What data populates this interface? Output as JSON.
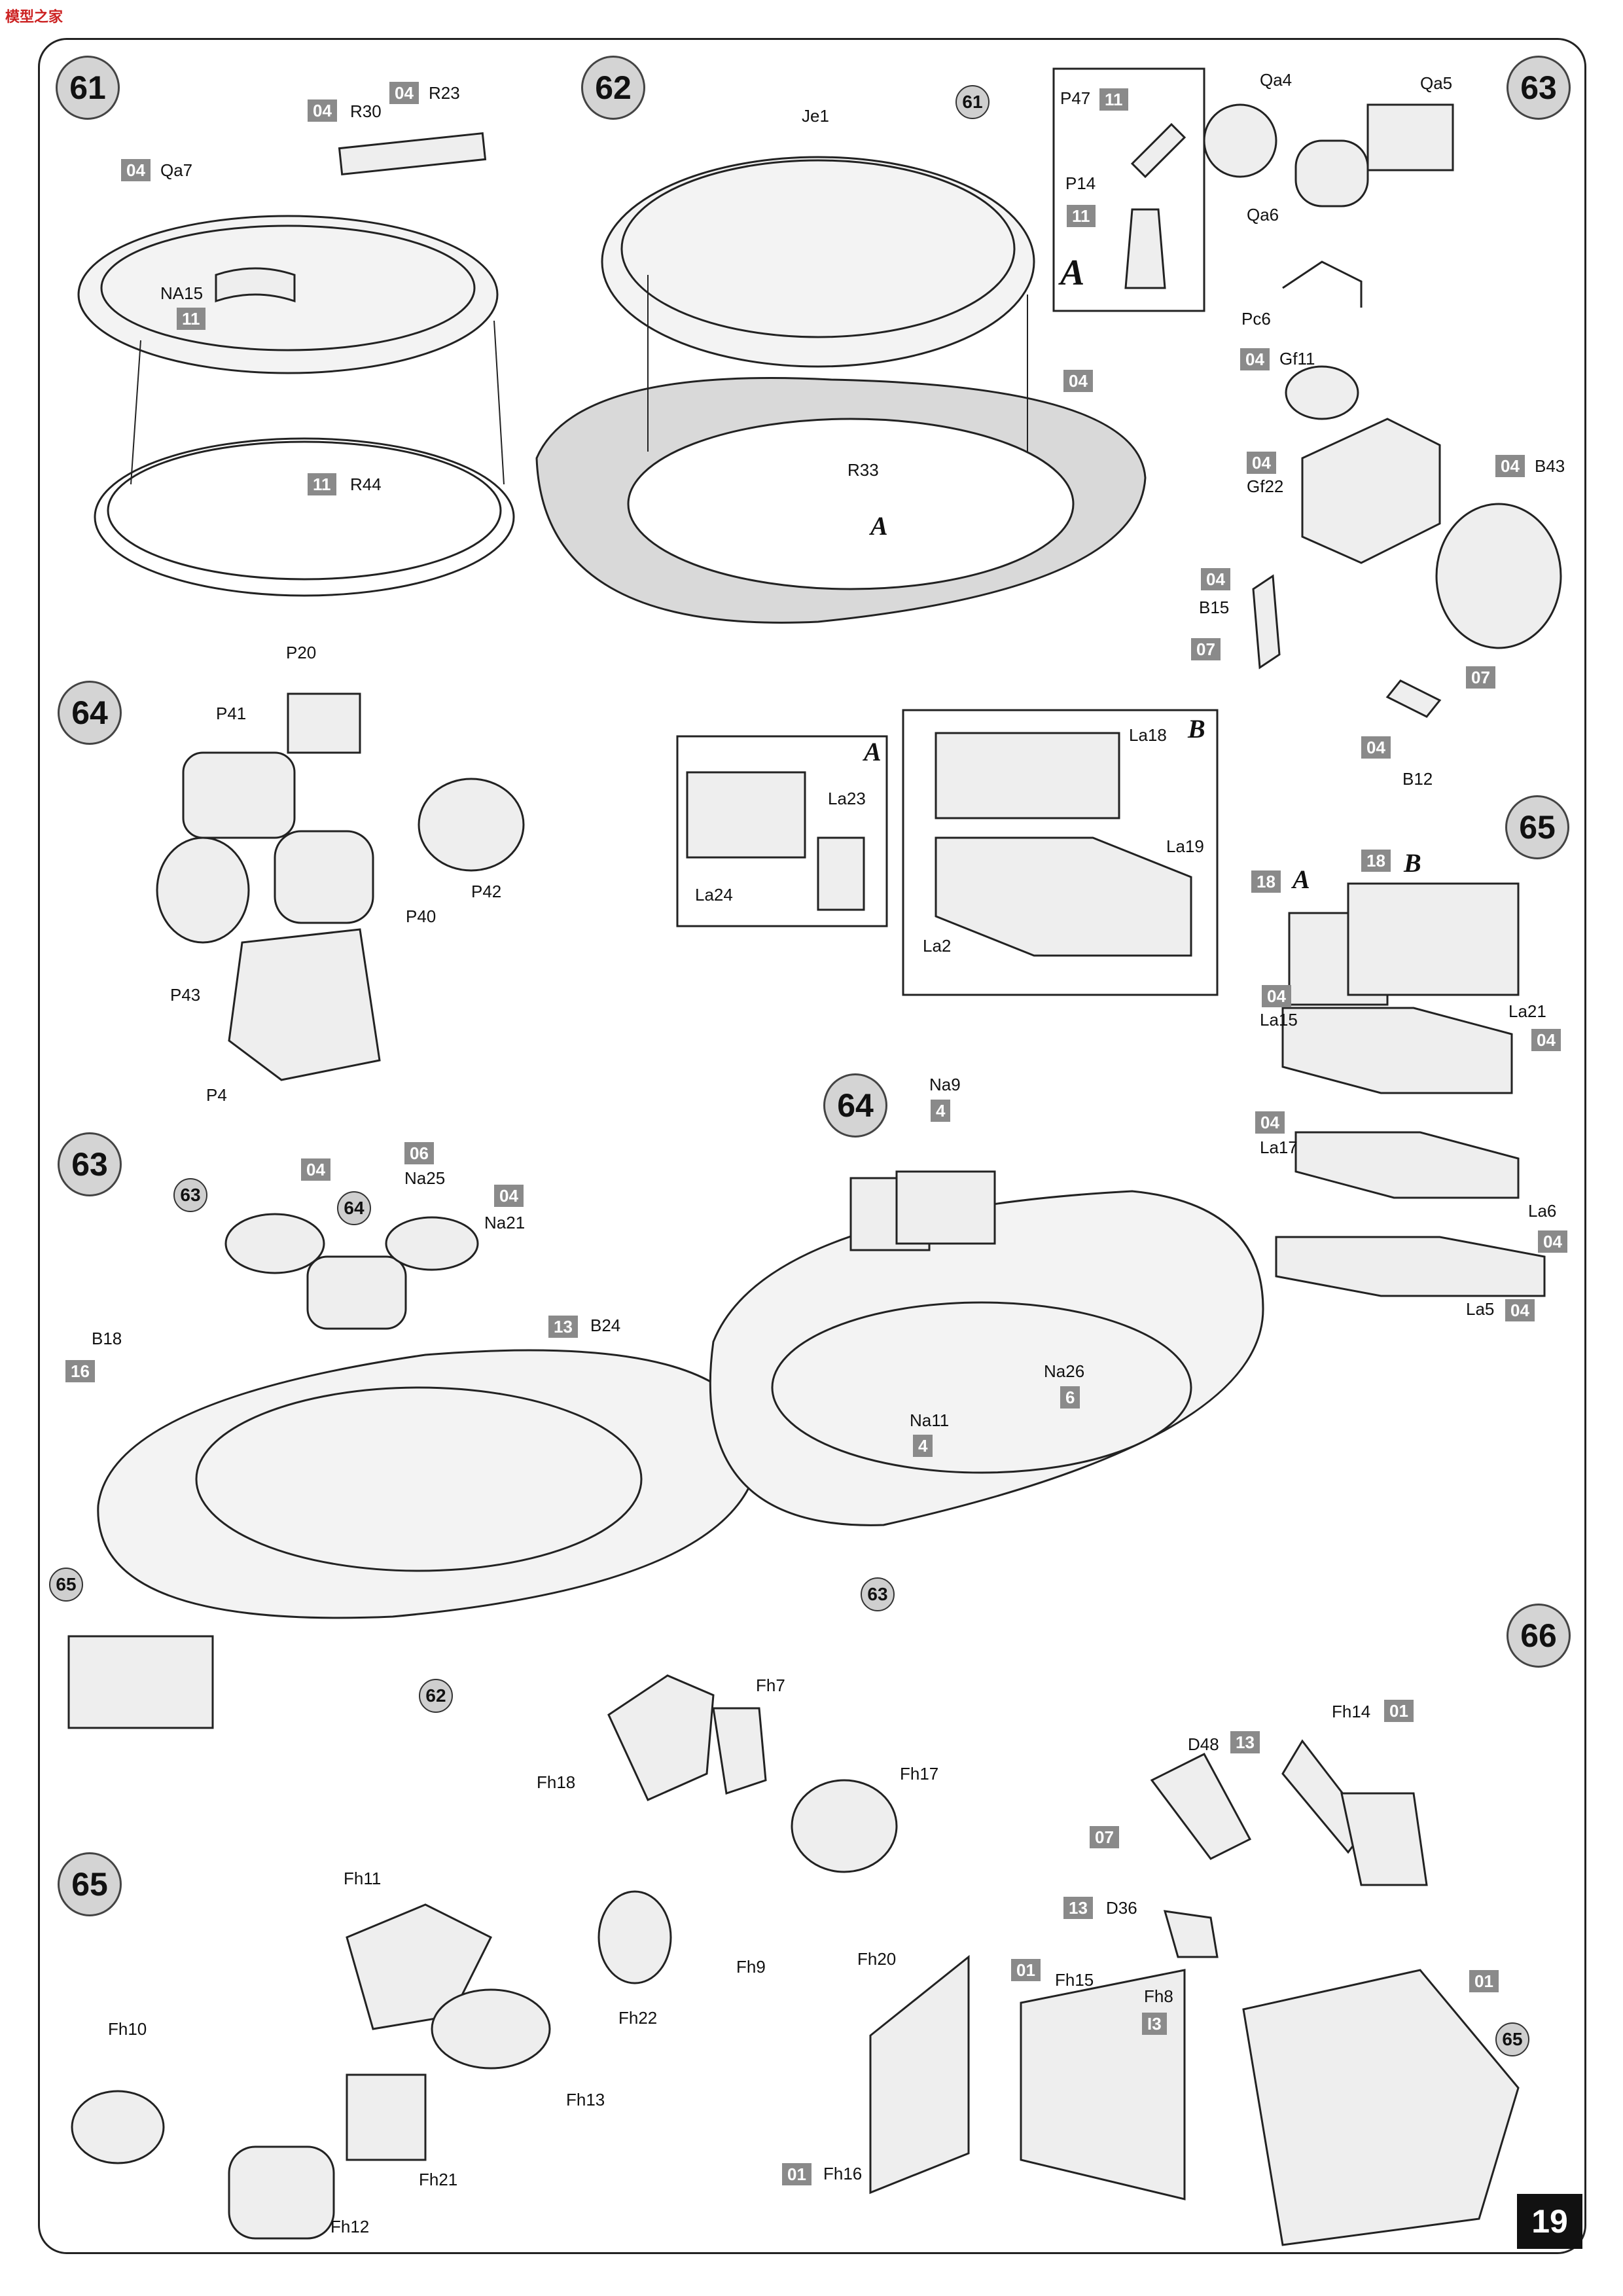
{
  "logo": "模型之家",
  "page_number": "19",
  "steps": [
    "61",
    "62",
    "63",
    "64",
    "65",
    "66",
    "64",
    "63",
    "65"
  ],
  "refs": [
    "61",
    "62",
    "63",
    "64",
    "65",
    "63",
    "65"
  ],
  "letters": {
    "a": "A",
    "b": "B"
  },
  "labels": {
    "r30": "R30",
    "r23": "R23",
    "qa7": "Qa7",
    "na15": "NA15",
    "r44": "R44",
    "je1": "Je1",
    "r33": "R33",
    "p47": "P47",
    "p14": "P14",
    "qa4": "Qa4",
    "qa5": "Qa5",
    "qa6": "Qa6",
    "pc6": "Pc6",
    "gf11": "Gf11",
    "gf22": "Gf22",
    "b43": "B43",
    "b15": "B15",
    "b12": "B12",
    "p20": "P20",
    "p41": "P41",
    "p42": "P42",
    "p40": "P40",
    "p43": "P43",
    "p4": "P4",
    "la24": "La24",
    "la23": "La23",
    "la18": "La18",
    "la19": "La19",
    "la2": "La2",
    "la15": "La15",
    "la21": "La21",
    "la17": "La17",
    "la6": "La6",
    "la5": "La5",
    "na9": "Na9",
    "na26": "Na26",
    "na11": "Na11",
    "na25": "Na25",
    "na21": "Na21",
    "b24": "B24",
    "b18": "B18",
    "fh7": "Fh7",
    "fh17": "Fh17",
    "fh18": "Fh18",
    "fh9": "Fh9",
    "fh20": "Fh20",
    "fh11": "Fh11",
    "fh10": "Fh10",
    "fh22": "Fh22",
    "fh13": "Fh13",
    "fh21": "Fh21",
    "fh12": "Fh12",
    "fh14": "Fh14",
    "d48": "D48",
    "d36": "D36",
    "fh8": "Fh8",
    "fh15": "Fh15",
    "fh16": "Fh16"
  },
  "sprues": {
    "s04": "04",
    "s11": "11",
    "s07": "07",
    "s06": "06",
    "s13": "13",
    "s16": "16",
    "s18": "18",
    "s01": "01",
    "n4": "4",
    "n6": "6",
    "s13i": "I3"
  }
}
